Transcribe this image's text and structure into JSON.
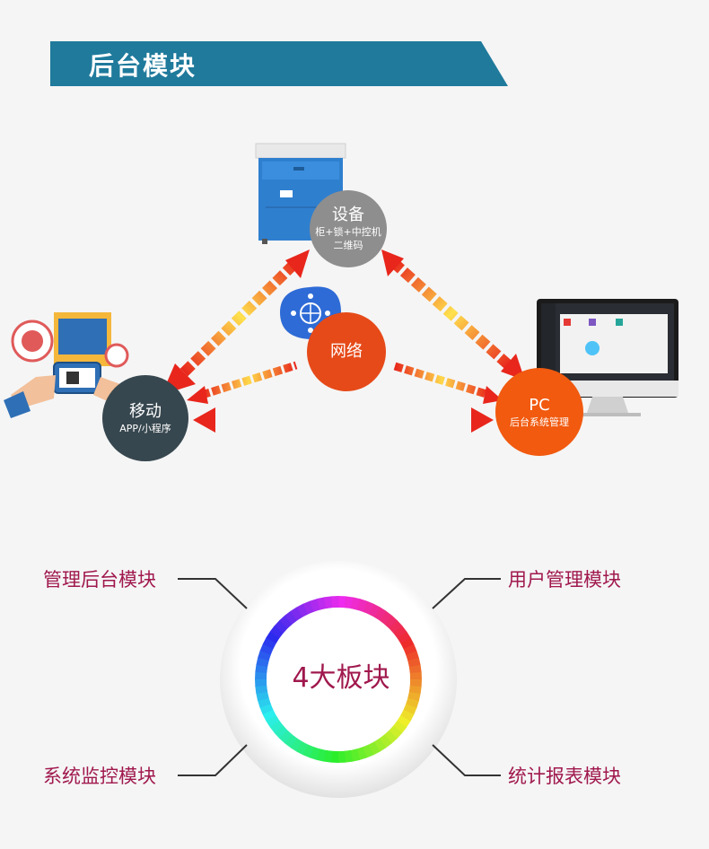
{
  "header": {
    "title": "后台模块",
    "color": "#1f7a9c"
  },
  "nodes": {
    "device": {
      "title": "设备",
      "line1": "柜+锁+中控机",
      "line2": "二维码",
      "color": "#8e8e8e"
    },
    "network": {
      "title": "网络",
      "color": "#e64a19"
    },
    "mobile": {
      "title": "移动",
      "subtitle": "APP/小程序",
      "color": "#37474f"
    },
    "pc": {
      "title": "PC",
      "subtitle": "后台系统管理",
      "color": "#f15a0f"
    }
  },
  "modules": {
    "center": "4大板块",
    "top_left": "管理后台模块",
    "top_right": "用户管理模块",
    "bottom_left": "系统监控模块",
    "bottom_right": "统计报表模块",
    "text_color": "#a0184d"
  }
}
